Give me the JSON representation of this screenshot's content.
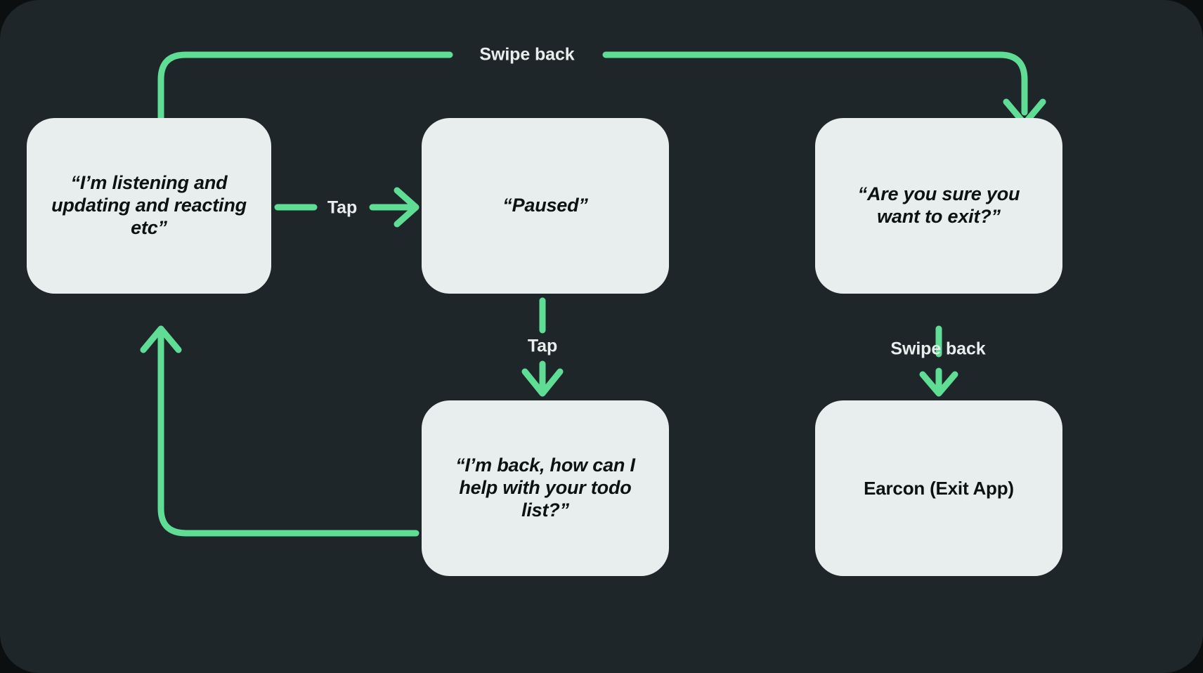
{
  "diagram": {
    "title": "Voice assistant pause / exit state flow",
    "background_color": "#1e2629",
    "node_fill_color": "#e8eeed",
    "node_text_color": "#0c1112",
    "accent_color": "#5fdd95",
    "label_text_color": "#e8eeed"
  },
  "nodes": [
    {
      "id": "listening",
      "label": "“I’m listening and\nupdating and reacting\netc”",
      "style": "italic"
    },
    {
      "id": "paused",
      "label": "“Paused”",
      "style": "italic"
    },
    {
      "id": "confirm_exit",
      "label": "“Are you sure you\nwant to exit?”",
      "style": "italic"
    },
    {
      "id": "back",
      "label": "“I’m back, how can I\nhelp with your todo\nlist?”",
      "style": "italic"
    },
    {
      "id": "earcon",
      "label": "Earcon (Exit App)",
      "style": "plain"
    }
  ],
  "edges": [
    {
      "id": "listening-to-confirm",
      "from": "listening",
      "to": "confirm_exit",
      "label": "Swipe back",
      "arrow": true
    },
    {
      "id": "listening-to-paused",
      "from": "listening",
      "to": "paused",
      "label": "Tap",
      "arrow": true
    },
    {
      "id": "paused-to-back",
      "from": "paused",
      "to": "back",
      "label": "Tap",
      "arrow": true
    },
    {
      "id": "confirm-to-earcon",
      "from": "confirm_exit",
      "to": "earcon",
      "label": "Swipe back",
      "arrow": true
    },
    {
      "id": "back-to-listening",
      "from": "back",
      "to": "listening",
      "label": "",
      "arrow": true
    }
  ]
}
